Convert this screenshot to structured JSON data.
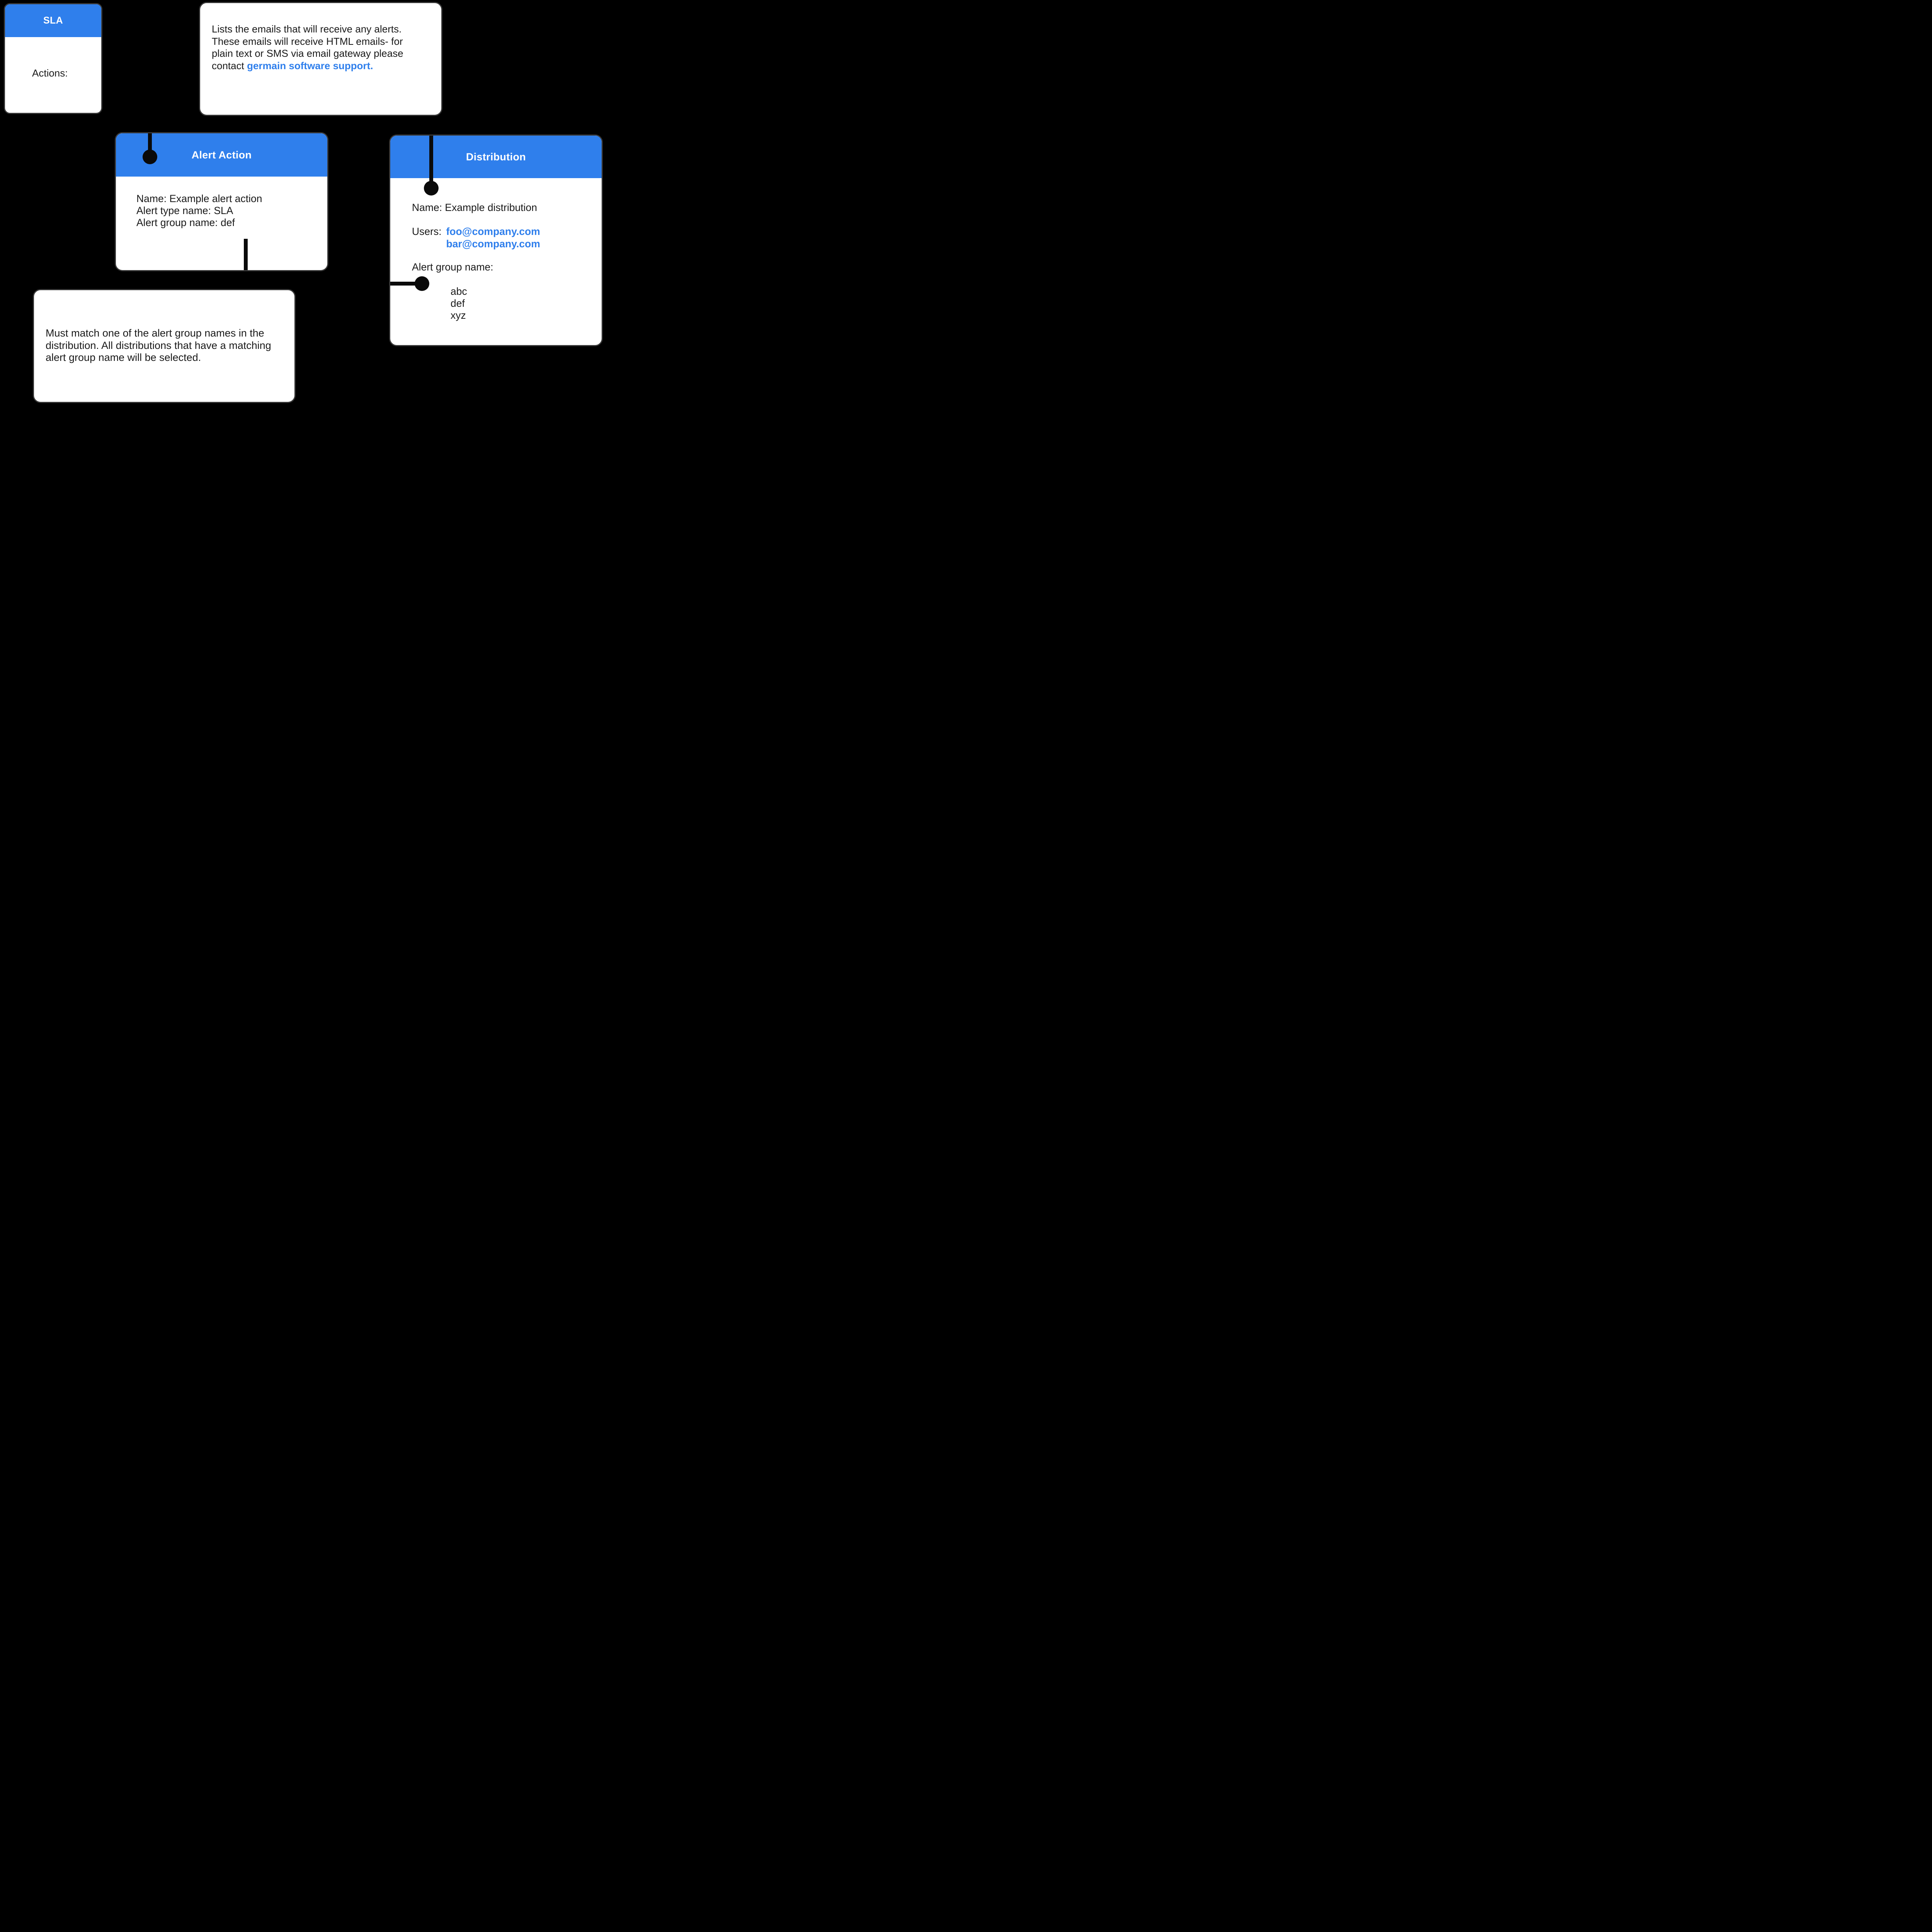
{
  "colors": {
    "background": "#000000",
    "header_blue": "#2F7FEC",
    "card_bg": "#FFFFFF",
    "text_dark": "#1A1A1A",
    "link_blue": "#2F7FEC",
    "connector_black": "#0A0A0A"
  },
  "cards": {
    "sla": {
      "title": "SLA",
      "actions_label": "Actions:"
    },
    "email_note": {
      "text": "Lists the emails that will receive any alerts. These emails will receive HTML emails- for plain text or SMS via email gateway please contact ",
      "link_label": "germain software support."
    },
    "alert_action": {
      "title": "Alert Action",
      "lines": [
        "Name: Example alert action",
        "Alert type name: SLA",
        "Alert group name: def"
      ]
    },
    "distribution": {
      "title": "Distribution",
      "name_line": "Name: Example distribution",
      "users_label": "Users:",
      "emails": [
        "foo@company.com",
        "bar@company.com"
      ],
      "alert_group_label": "Alert group name:",
      "alert_groups": [
        "abc",
        "def",
        "xyz"
      ]
    },
    "match_note": {
      "text": "Must match one of the alert group names in the distribution. All distributions that have a matching alert group name will be selected."
    }
  }
}
